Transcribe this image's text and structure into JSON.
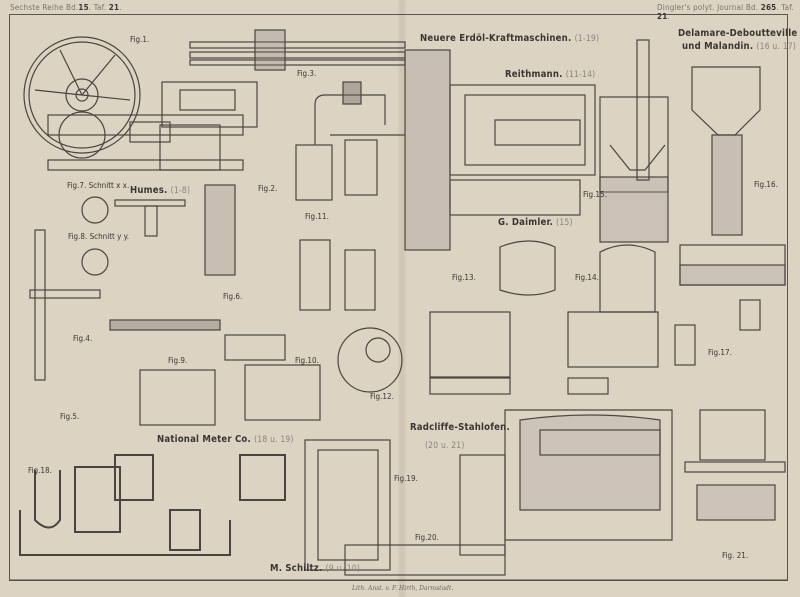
{
  "header": {
    "left_prefix": "Sechste Reihe Bd.",
    "left_volume": "15",
    "left_sep": ". Taf.",
    "left_plate": "21",
    "right_prefix": "Dingler's polyt. Journal Bd.",
    "right_volume": "265",
    "right_sep": ". Taf.",
    "right_plate": "21"
  },
  "titles": {
    "main": {
      "text": "Neuere Erdöl-Kraftmaschinen.",
      "ref": "(1-19)"
    },
    "humes": {
      "text": "Humes.",
      "ref": "(1-8)"
    },
    "reithmann": {
      "text": "Reithmann.",
      "ref": "(11-14)"
    },
    "daimler": {
      "text": "G. Daimler.",
      "ref": "(15)"
    },
    "delamare_line1": "Delamare-Deboutteville",
    "delamare_line2": {
      "text": "und Malandin.",
      "ref": "(16 u. 17)"
    },
    "national_meter": {
      "text": "National Meter Co.",
      "ref": "(18 u. 19)"
    },
    "radcliffe": {
      "text": "Radcliffe-Stahlofen.",
      "ref": "(20 u. 21)"
    },
    "schiltz": {
      "text": "M. Schiltz.",
      "ref": "(9 u. 10)"
    }
  },
  "figures": [
    "Fig.1.",
    "Fig.2.",
    "Fig.3.",
    "Fig.4.",
    "Fig.5.",
    "Fig.6.",
    "Fig.7. Schnitt x x.",
    "Fig.8. Schnitt y y.",
    "Fig.9.",
    "Fig.10.",
    "Fig.11.",
    "Fig.12.",
    "Fig.13.",
    "Fig.14.",
    "Fig.15.",
    "Fig.16.",
    "Fig.17.",
    "Fig.18.",
    "Fig.19.",
    "Fig.20.",
    "Fig. 21."
  ],
  "imprint": "Lith. Anst. v. F. Hirth, Darmstadt.",
  "colors": {
    "paper": "#ddd3c3",
    "ink": "#3a3633",
    "faded": "#8a8480"
  }
}
